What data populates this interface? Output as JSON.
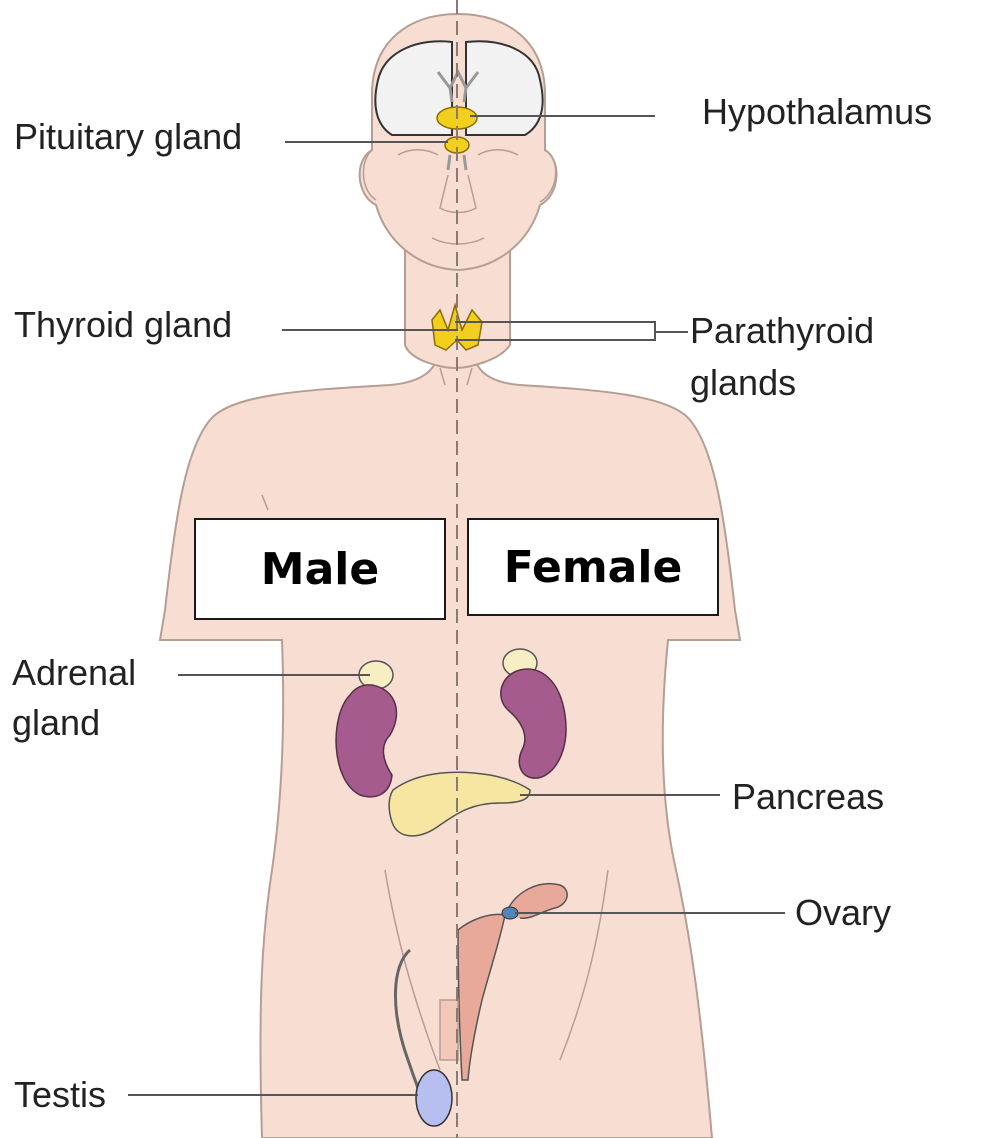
{
  "labels": {
    "hypothalamus": "Hypothalamus",
    "pituitary": "Pituitary gland",
    "thyroid": "Thyroid gland",
    "parathyroid_line1": "Parathyroid",
    "parathyroid_line2": "glands",
    "adrenal_line1": "Adrenal",
    "adrenal_line2": "gland",
    "pancreas": "Pancreas",
    "ovary": "Ovary",
    "testis": "Testis"
  },
  "sections": {
    "male": "Male",
    "female": "Female"
  },
  "colors": {
    "skin": "#f7ddd2",
    "skin_outline": "#b59e94",
    "gland_yellow": "#f2cf1c",
    "kidney": "#a55b8d",
    "pancreas": "#f7e6a2",
    "adrenal": "#f8eec4",
    "testis": "#b7bff0",
    "brain": "#f2f2f2",
    "leader_line": "#555555"
  }
}
